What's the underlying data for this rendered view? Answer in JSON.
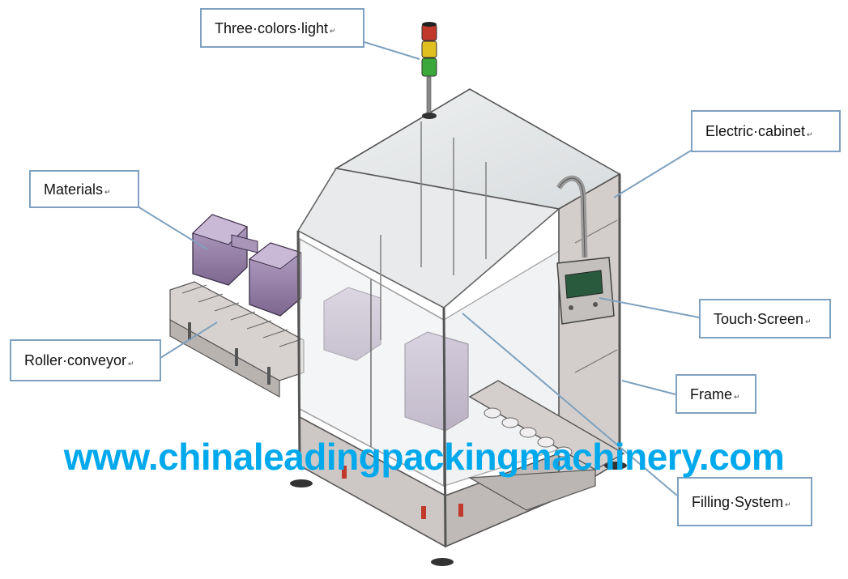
{
  "callouts": {
    "three_colors_light": "Three·colors·light",
    "electric_cabinet": "Electric·cabinet",
    "materials": "Materials",
    "touch_screen": "Touch·Screen",
    "roller_conveyor": "Roller·conveyor",
    "frame": "Frame",
    "filling_system": "Filling·System"
  },
  "return_mark": "↵",
  "watermark": "www.chinaleadingpackingmachinery.com",
  "colors": {
    "callout_border": "#7ea1bf",
    "leader_line": "#7ea1bf",
    "watermark": "#00a8ec",
    "container": "#9b86ad",
    "frame": "#c9c4c1",
    "light_red": "#c0392b",
    "light_yellow": "#e0c020",
    "light_green": "#3aa83a"
  }
}
